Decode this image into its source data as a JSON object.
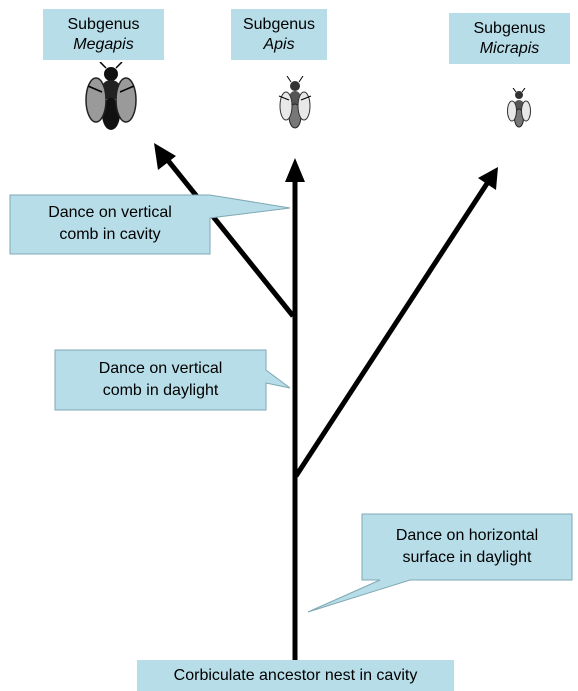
{
  "taxa": [
    {
      "line1": "Subgenus",
      "line2": "Megapis",
      "icon": "large-bee-icon"
    },
    {
      "line1": "Subgenus",
      "line2": "Apis",
      "icon": "honeybee-icon"
    },
    {
      "line1": "Subgenus",
      "line2": "Micrapis",
      "icon": "small-bee-icon"
    }
  ],
  "callouts": {
    "cavity_dance": {
      "line1": "Dance on vertical",
      "line2": "comb in cavity"
    },
    "daylight_vertical": {
      "line1": "Dance on vertical",
      "line2": "comb in daylight"
    },
    "horizontal": {
      "line1": "Dance on horizontal",
      "line2": "surface in daylight"
    }
  },
  "root": {
    "label": "Corbiculate ancestor nest in cavity"
  },
  "colors": {
    "box_fill": "#b7dde8",
    "line": "#000000"
  }
}
